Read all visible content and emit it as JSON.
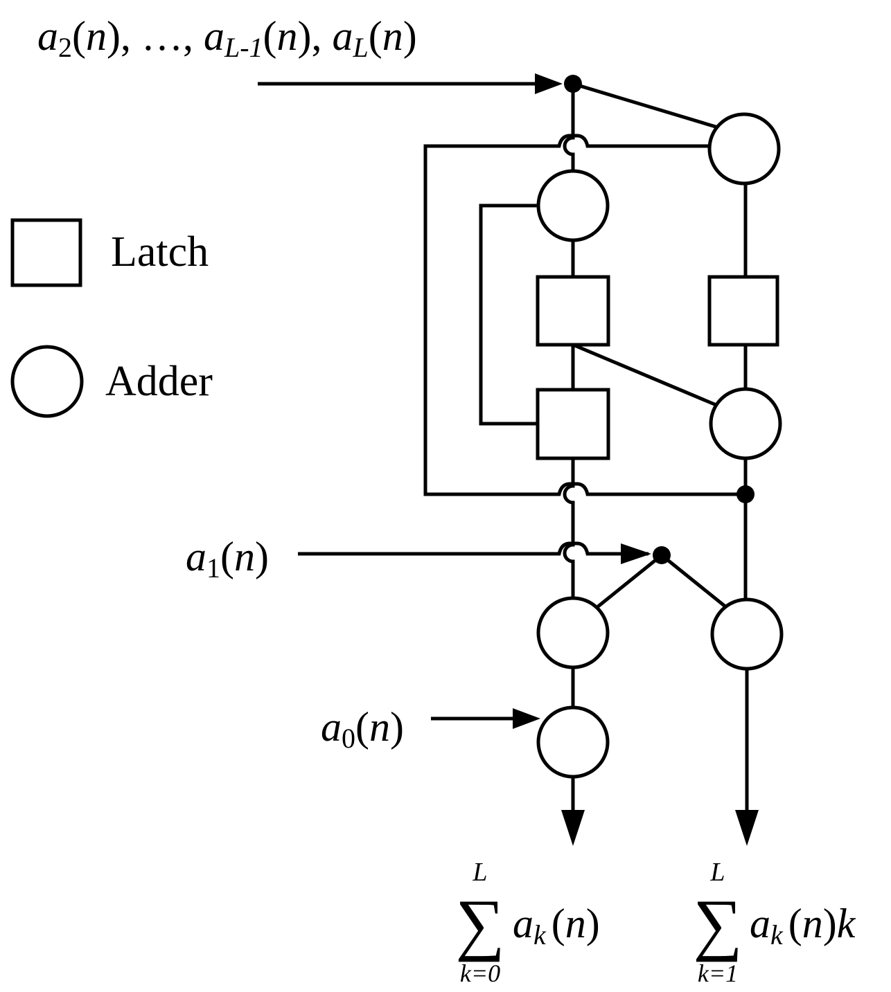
{
  "legend": {
    "latch_label": "Latch",
    "adder_label": "Adder"
  },
  "inputs": {
    "top": {
      "part1": "a",
      "sub1": "2",
      "part2": "(",
      "var1": "n",
      "part3": "), …, ",
      "part4": "a",
      "sub2": "L-1",
      "part5": "(",
      "var2": "n",
      "part6": "), ",
      "part7": "a",
      "sub3": "L",
      "part8": "(",
      "var3": "n",
      "part9": ")"
    },
    "a1": {
      "base": "a",
      "sub": "1",
      "open": "(",
      "var": "n",
      "close": ")"
    },
    "a0": {
      "base": "a",
      "sub": "0",
      "open": "(",
      "var": "n",
      "close": ")"
    }
  },
  "outputs": {
    "left": {
      "sigma": "∑",
      "upper": "L",
      "lower": "k=0",
      "base": "a",
      "sub": "k",
      "open": "(",
      "var": "n",
      "close": ")"
    },
    "right": {
      "sigma": "∑",
      "upper": "L",
      "lower": "k=1",
      "base": "a",
      "sub": "k",
      "open": "(",
      "var": "n",
      "close": ")",
      "tail": "k"
    }
  }
}
